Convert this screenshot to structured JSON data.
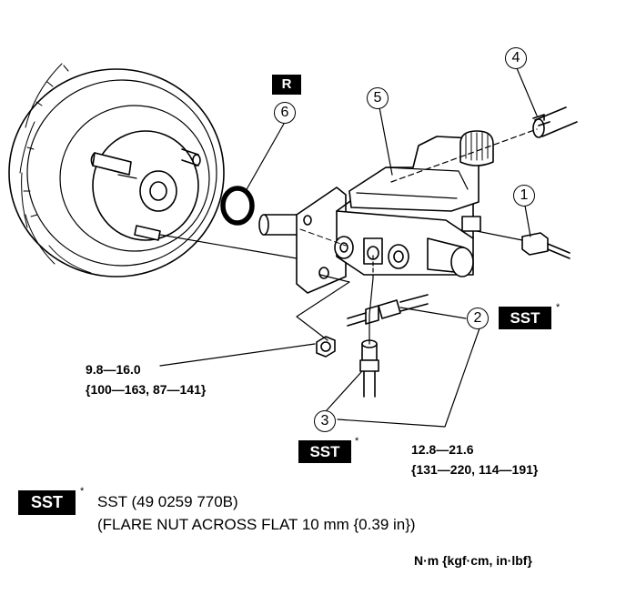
{
  "callouts": {
    "c1": "1",
    "c2": "2",
    "c3": "3",
    "c4": "4",
    "c5": "5",
    "c6": "6"
  },
  "badges": {
    "replace": "R",
    "sst": "SST",
    "asterisk": "*"
  },
  "torques": {
    "nut_nm": "9.8—16.0",
    "nut_alt": "{100—163, 87—141}",
    "pipe_nm": "12.8—21.6",
    "pipe_alt": "{131—220, 114—191}"
  },
  "legend": {
    "sst_line1": "SST (49 0259 770B)",
    "sst_line2": "(FLARE NUT ACROSS FLAT 10 mm {0.39 in})",
    "units": "N·m {kgf·cm, in·lbf}"
  },
  "colors": {
    "ink": "#000000",
    "paper": "#ffffff"
  }
}
